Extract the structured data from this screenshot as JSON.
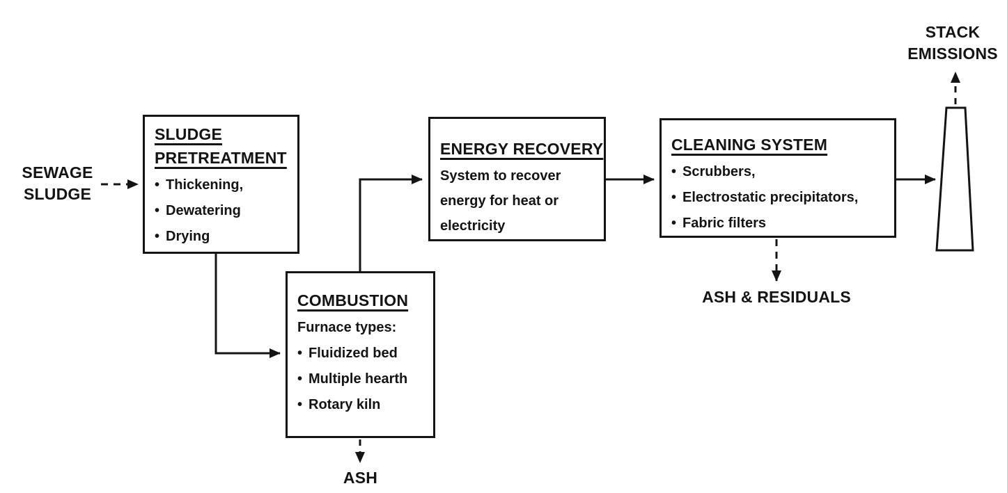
{
  "colors": {
    "ink": "#141414",
    "background": "#ffffff"
  },
  "bullet": "•",
  "labels": {
    "sewage_sludge": "SEWAGE\nSLUDGE",
    "stack_emissions": "STACK\nEMISSIONS",
    "ash": "ASH",
    "ash_residuals": "ASH & RESIDUALS"
  },
  "boxes": {
    "pretreatment": {
      "title": "SLUDGE\nPRETREATMENT",
      "items": [
        "Thickening,",
        "Dewatering",
        "Drying"
      ]
    },
    "combustion": {
      "title": "COMBUSTION",
      "subtitle": "Furnace types:",
      "items": [
        "Fluidized bed",
        "Multiple hearth",
        "Rotary kiln"
      ]
    },
    "energy_recovery": {
      "title": "ENERGY RECOVERY",
      "description": "System to recover\nenergy for heat or\nelectricity"
    },
    "cleaning_system": {
      "title": "CLEANING SYSTEM",
      "items": [
        "Scrubbers,",
        "Electrostatic precipitators,",
        "Fabric filters"
      ]
    }
  }
}
